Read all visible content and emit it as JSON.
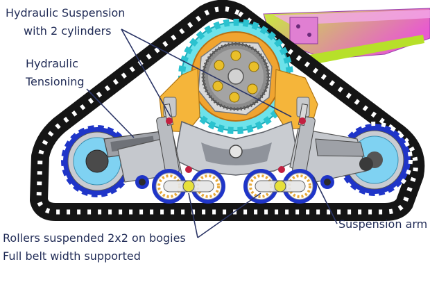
{
  "labels": {
    "hydraulic_suspension_line1": "Hydraulic Suspension",
    "hydraulic_suspension_line2": "with 2 cylinders",
    "hydraulic_tensioning_line1": "Hydraulic",
    "hydraulic_tensioning_line2": "Tensioning",
    "rollers_line1": "Rollers suspended 2x2 on bogies",
    "rollers_line2": "Full belt width supported",
    "suspension_arm": "Suspension arm"
  },
  "colors": {
    "label_text": "#1f2a55",
    "leader_line": "#2b3566",
    "belt": "#151515",
    "belt_window": "#ffffff",
    "frame_green": "#c8ef3a",
    "frame_magenta": "#e85ad0",
    "cyan_ring": "#37d4e0",
    "sprocket_orange": "#f0a430",
    "hub_gray": "#8c8c8c",
    "bolt_yellow": "#e9bf2a",
    "wheel_blue": "#1f35c8",
    "wheel_gray": "#c9ccd2",
    "wheel_cyan": "#7fd2f2",
    "cylinder_gray": "#b9bcc1",
    "roller_yellow": "#e7e03a"
  },
  "icons": {
    "track": "rubber-track-icon",
    "drive_sprocket": "drive-sprocket-icon",
    "idler_wheel": "idler-wheel-icon",
    "roller": "bogie-roller-icon",
    "cylinder": "hydraulic-cylinder-icon"
  }
}
